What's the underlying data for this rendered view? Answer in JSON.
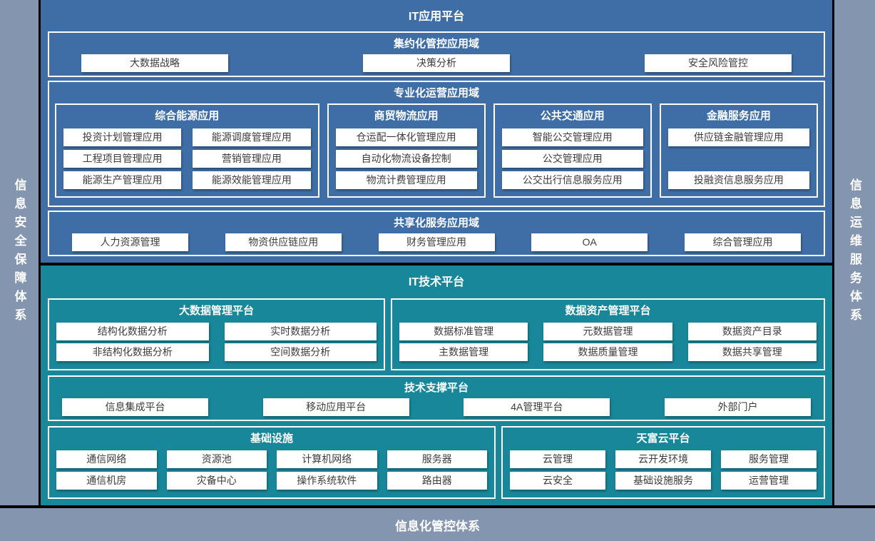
{
  "frame": {
    "left_sidebar": "信息安全保障体系",
    "right_sidebar": "信息运维服务体系",
    "bottom_bar": "信息化管控体系"
  },
  "colors": {
    "app_platform_blue": "#3E6EA5",
    "tech_platform_teal": "#18879A",
    "frame_gray": "#8495AF",
    "separator_black": "#000000",
    "box_white": "#FFFFFF",
    "item_text": "#3C3C3C"
  },
  "app_platform": {
    "title": "IT应用平台",
    "domains": [
      {
        "title": "集约化管控应用域",
        "items": [
          "大数据战略",
          "决策分析",
          "安全风险管控"
        ]
      },
      {
        "title": "专业化运营应用域",
        "groups": [
          {
            "title": "综合能源应用",
            "items": [
              "投资计划管理应用",
              "能源调度管理应用",
              "工程项目管理应用",
              "营销管理应用",
              "能源生产管理应用",
              "能源效能管理应用"
            ]
          },
          {
            "title": "商贸物流应用",
            "items": [
              "仓运配一体化管理应用",
              "自动化物流设备控制",
              "物流计费管理应用"
            ]
          },
          {
            "title": "公共交通应用",
            "items": [
              "智能公交管理应用",
              "公交管理应用",
              "公交出行信息服务应用"
            ]
          },
          {
            "title": "金融服务应用",
            "items": [
              "供应链金融管理应用",
              "投融资信息服务应用"
            ]
          }
        ]
      },
      {
        "title": "共享化服务应用域",
        "items": [
          "人力资源管理",
          "物资供应链应用",
          "财务管理应用",
          "OA",
          "综合管理应用"
        ]
      }
    ]
  },
  "tech_platform": {
    "title": "IT技术平台",
    "groups": [
      {
        "title": "大数据管理平台",
        "items": [
          "结构化数据分析",
          "实时数据分析",
          "非结构化数据分析",
          "空间数据分析"
        ]
      },
      {
        "title": "数据资产管理平台",
        "items": [
          "数据标准管理",
          "元数据管理",
          "数据资产目录",
          "主数据管理",
          "数据质量管理",
          "数据共享管理"
        ]
      },
      {
        "title": "技术支撑平台",
        "items": [
          "信息集成平台",
          "移动应用平台",
          "4A管理平台",
          "外部门户"
        ]
      },
      {
        "title": "基础设施",
        "items": [
          "通信网络",
          "资源池",
          "计算机网络",
          "服务器",
          "通信机房",
          "灾备中心",
          "操作系统软件",
          "路由器"
        ]
      },
      {
        "title": "天富云平台",
        "items": [
          "云管理",
          "云开发环境",
          "服务管理",
          "云安全",
          "基础设施服务",
          "运营管理"
        ]
      }
    ]
  }
}
